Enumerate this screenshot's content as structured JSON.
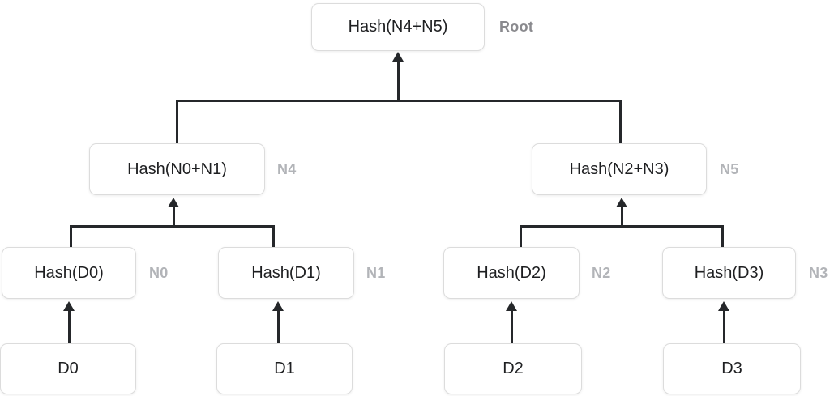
{
  "colors": {
    "background": "#ffffff",
    "node_fill": "#ffffff",
    "node_border": "#dcdcdc",
    "connector_line": "#25272a",
    "node_text": "#1e1f21",
    "label_gray": "#b2b4b8",
    "root_label_gray": "#8a8a8e"
  },
  "nodes": {
    "root": {
      "text": "Hash(N4+N5)",
      "label": "Root"
    },
    "level2": [
      {
        "text": "Hash(N0+N1)",
        "label": "N4"
      },
      {
        "text": "Hash(N2+N3)",
        "label": "N5"
      }
    ],
    "level3": [
      {
        "text": "Hash(D0)",
        "label": "N0"
      },
      {
        "text": "Hash(D1)",
        "label": "N1"
      },
      {
        "text": "Hash(D2)",
        "label": "N2"
      },
      {
        "text": "Hash(D3)",
        "label": "N3"
      }
    ],
    "level4": [
      {
        "text": "D0"
      },
      {
        "text": "D1"
      },
      {
        "text": "D2"
      },
      {
        "text": "D3"
      }
    ]
  }
}
